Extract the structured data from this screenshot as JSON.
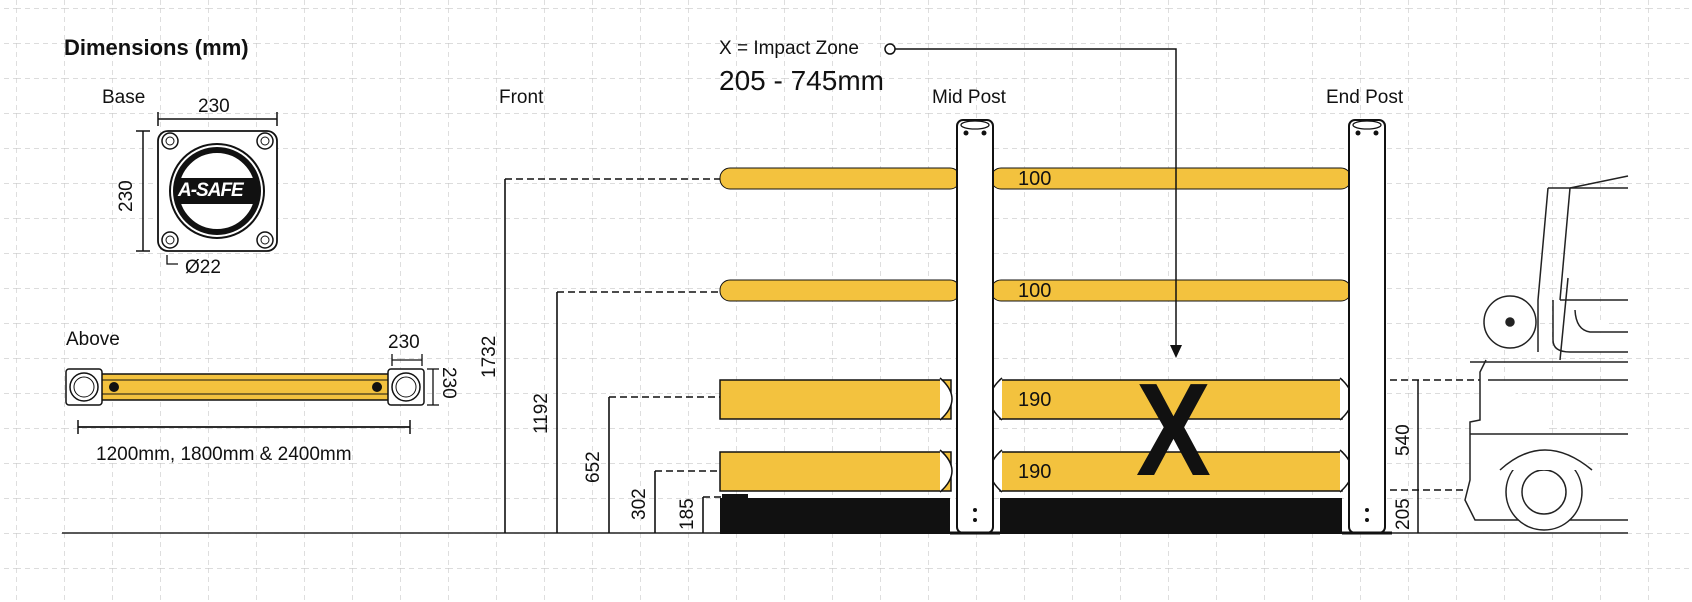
{
  "title": "Dimensions (mm)",
  "base": {
    "label": "Base",
    "width": "230",
    "height": "230",
    "hole": "Ø22",
    "logo": "A-SAFE"
  },
  "above": {
    "label": "Above",
    "post_size": "230",
    "post_depth": "230",
    "lengths": "1200mm, 1800mm & 2400mm"
  },
  "front": {
    "label": "Front",
    "heights": [
      "1732",
      "1192",
      "652",
      "302",
      "185"
    ]
  },
  "impact": {
    "legend": "X = Impact Zone",
    "range": "205 - 745mm",
    "marker": "X",
    "top_height": "540",
    "bottom_height": "205"
  },
  "posts": {
    "mid": "Mid Post",
    "end": "End Post"
  },
  "rails": [
    "100",
    "100",
    "190",
    "190"
  ],
  "colors": {
    "rail": "#F3C23E",
    "grid": "#c8c8c8",
    "base": "#111111"
  }
}
